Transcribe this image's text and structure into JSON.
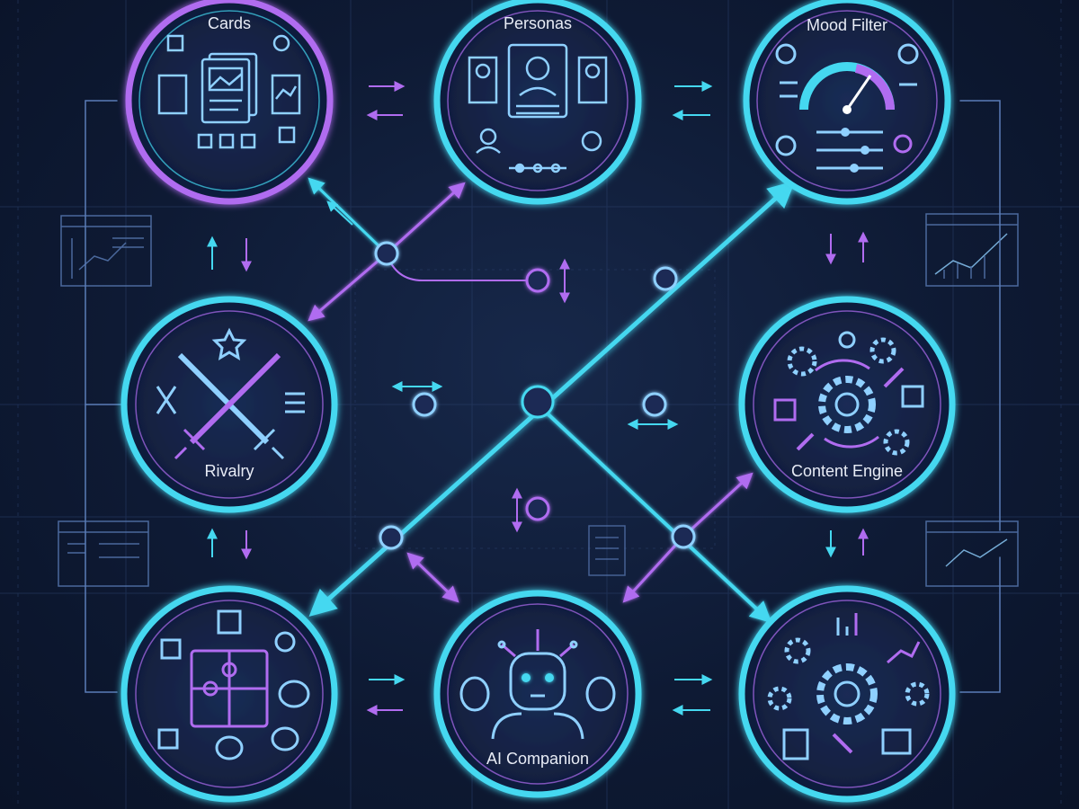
{
  "diagram": {
    "nodes": [
      {
        "id": "cards",
        "label": "Cards",
        "color": "#b06cf0"
      },
      {
        "id": "personas",
        "label": "Personas",
        "color": "#45d8f0"
      },
      {
        "id": "mood",
        "label": "Mood Filter",
        "color": "#45d8f0"
      },
      {
        "id": "rivalry",
        "label": "Rivalry",
        "color": "#45d8f0"
      },
      {
        "id": "engine",
        "label": "Content Engine",
        "color": "#45d8f0"
      },
      {
        "id": "puzzle",
        "label": "",
        "color": "#45d8f0"
      },
      {
        "id": "ai",
        "label": "AI Companion",
        "color": "#45d8f0"
      },
      {
        "id": "analytics",
        "label": "",
        "color": "#45d8f0"
      }
    ],
    "colors": {
      "background": "#0e1a34",
      "cyan": "#45d8f0",
      "purple": "#b06cf0",
      "grid": "#2a3f6a"
    }
  }
}
